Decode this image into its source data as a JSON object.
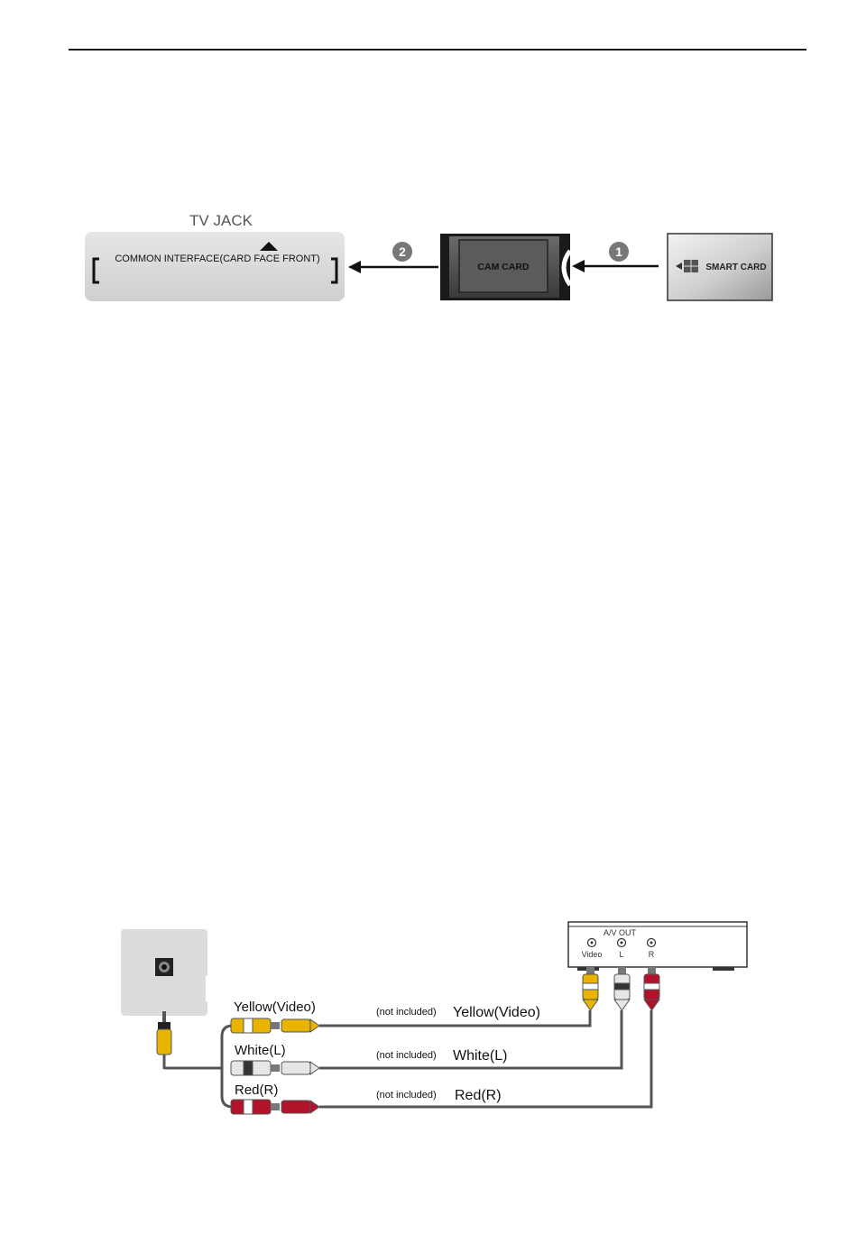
{
  "cam_diagram": {
    "tv_jack_title": "TV JACK",
    "common_interface_label": "COMMON INTERFACE(CARD FACE FRONT)",
    "cam_card_label": "CAM CARD",
    "smart_card_label": "SMART CARD",
    "step_1": "1",
    "step_2": "2"
  },
  "av_diagram": {
    "device_panel_label": "A/V OUT",
    "port_labels": {
      "video": "Video",
      "left": "L",
      "right": "R"
    },
    "cables": [
      {
        "left_label": "Yellow(Video)",
        "note": "(not included)",
        "right_label": "Yellow(Video)",
        "color": "#e8b400"
      },
      {
        "left_label": "White(L)",
        "note": "(not included)",
        "right_label": "White(L)",
        "color": "#d8d8d8"
      },
      {
        "left_label": "Red(R)",
        "note": "(not included)",
        "right_label": "Red(R)",
        "color": "#b0132a"
      }
    ]
  }
}
